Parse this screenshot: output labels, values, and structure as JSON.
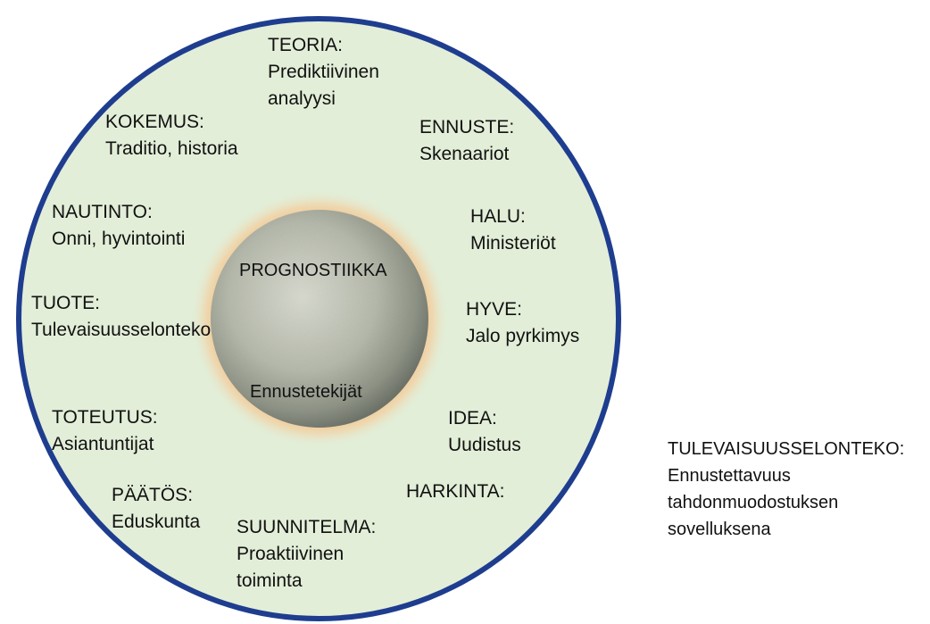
{
  "colors": {
    "ring_fill": "#e2eed8",
    "ring_stroke": "#1e3d8f",
    "glow": "#f2a35a",
    "sphere": "#b9bdb0",
    "text": "#111111"
  },
  "center": {
    "top_label": "PROGNOSTIIKKA",
    "bottom_label": "Ennustetekijät"
  },
  "labels": {
    "teoria": {
      "title": "TEORIA:",
      "lines": [
        "Prediktiivinen",
        "analyysi"
      ]
    },
    "ennuste": {
      "title": "ENNUSTE:",
      "lines": [
        "Skenaariot"
      ]
    },
    "halu": {
      "title": "HALU:",
      "lines": [
        "Ministeriöt"
      ]
    },
    "hyve": {
      "title": "HYVE:",
      "lines": [
        "Jalo pyrkimys"
      ]
    },
    "idea": {
      "title": "IDEA:",
      "lines": [
        "Uudistus"
      ]
    },
    "harkinta": {
      "title": "HARKINTA:",
      "lines": []
    },
    "suunnitelma": {
      "title": "SUUNNITELMA:",
      "lines": [
        "Proaktiivinen",
        "toiminta"
      ]
    },
    "paatos": {
      "title": "PÄÄTÖS:",
      "lines": [
        "Eduskunta"
      ]
    },
    "toteutus": {
      "title": "TOTEUTUS:",
      "lines": [
        "Asiantuntijat"
      ]
    },
    "tuote": {
      "title": "TUOTE:",
      "lines": [
        "Tulevaisuusselonteko"
      ]
    },
    "nautinto": {
      "title": "NAUTINTO:",
      "lines": [
        "Onni, hyvintointi"
      ]
    },
    "kokemus": {
      "title": "KOKEMUS:",
      "lines": [
        "Traditio, historia"
      ]
    }
  },
  "side_note": {
    "title": "TULEVAISUUSSELONTEKO:",
    "lines": [
      "Ennustettavuus",
      "tahdonmuodostuksen",
      "sovelluksena"
    ]
  }
}
